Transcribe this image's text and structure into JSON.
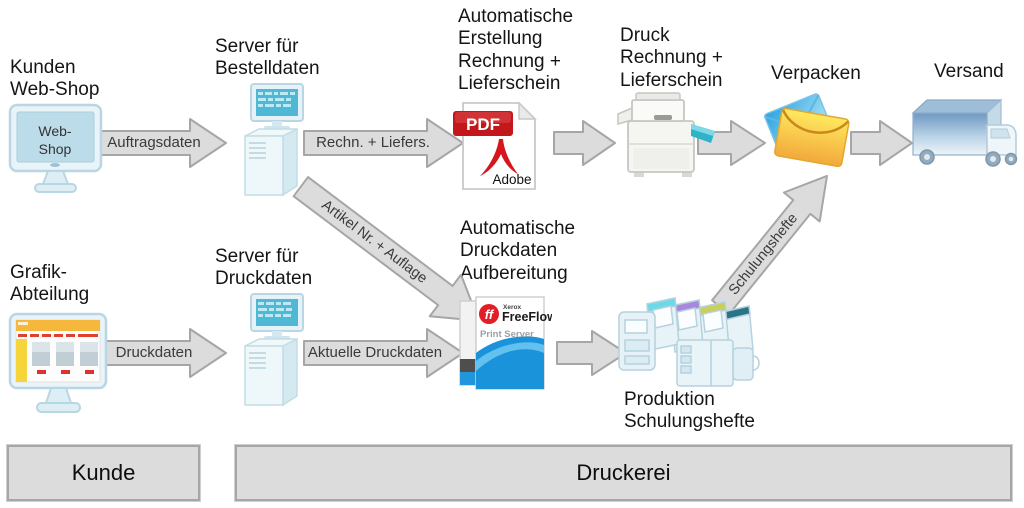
{
  "colors": {
    "arrow_fill": "#dcdcdc",
    "arrow_stroke": "#a6a6a6",
    "zone_fill": "#dcdcdc",
    "zone_stroke": "#a6a6a6",
    "pdf_red": "#c2181b",
    "freeflow_blue": "#1a93da"
  },
  "nodes": {
    "kunden_webshop": {
      "title": "Kunden\nWeb-Shop",
      "screen_line1": "Web-",
      "screen_line2": "Shop"
    },
    "server_bestelldaten": {
      "title": "Server für\nBestelldaten"
    },
    "auto_erstellung": {
      "title": "Automatische\nErstellung\nRechnung +\nLieferschein",
      "pdf_badge": "PDF",
      "adobe_label": "Adobe"
    },
    "druck_rechnung": {
      "title": "Druck\nRechnung +\nLieferschein"
    },
    "verpacken": {
      "title": "Verpacken"
    },
    "versand": {
      "title": "Versand"
    },
    "grafik_abteilung": {
      "title": "Grafik-\nAbteilung"
    },
    "server_druckdaten": {
      "title": "Server für\nDruckdaten"
    },
    "auto_druckdaten": {
      "title": "Automatische\nDruckdaten\nAufbereitung",
      "box_logo": "ff",
      "box_brand": "Xerox",
      "box_name": "FreeFlow",
      "box_sub": "Print Server"
    },
    "produktion": {
      "title": "Produktion\nSchulungshefte"
    }
  },
  "flows": {
    "auftragsdaten": "Auftragsdaten",
    "rechn_liefers": "Rechn. + Liefers.",
    "artikel_auflage": "Artikel Nr. + Auflage",
    "druckdaten": "Druckdaten",
    "aktuelle_druckdaten": "Aktuelle Druckdaten",
    "schulungshefte": "Schulungshefte"
  },
  "zones": {
    "kunde": "Kunde",
    "druckerei": "Druckerei"
  }
}
